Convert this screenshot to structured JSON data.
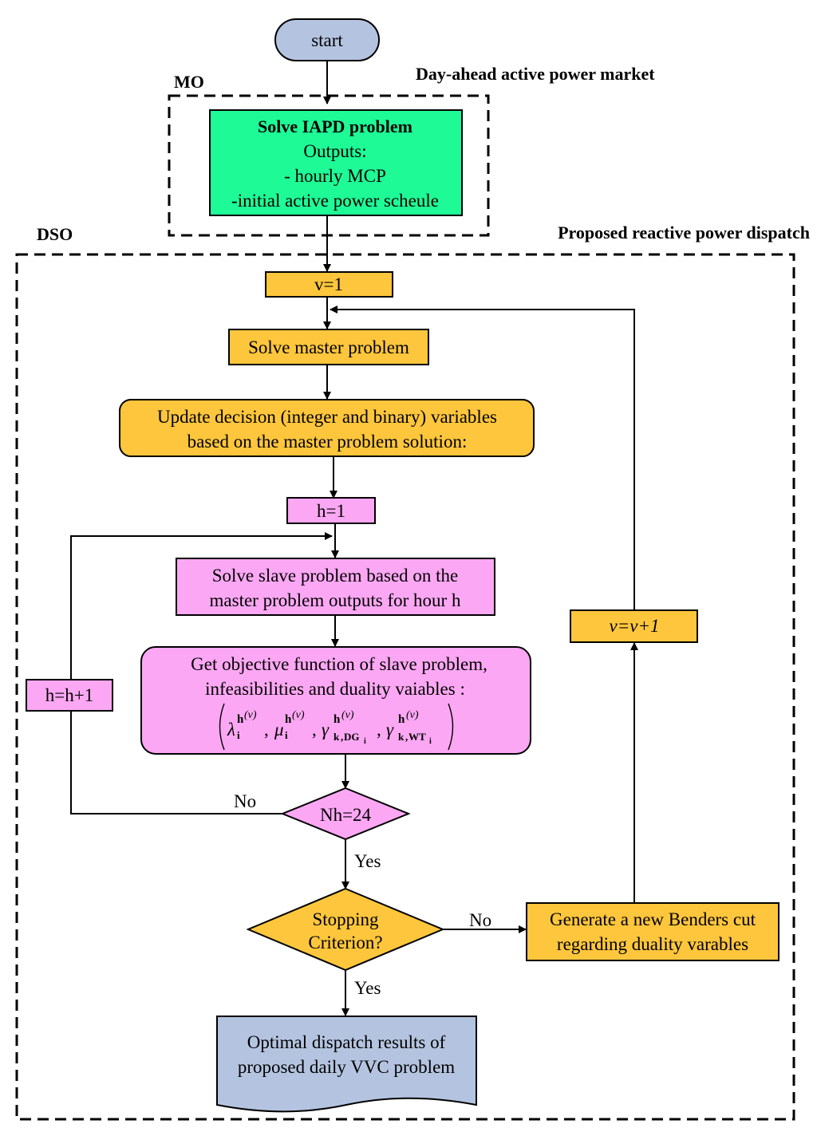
{
  "colors": {
    "start_fill": "#b4c4e0",
    "green_fill": "#1efa96",
    "orange_fill": "#fdc63c",
    "pink_fill": "#fba7f3",
    "blue_doc_fill": "#b4c4e0",
    "stroke": "#000000"
  },
  "diagram": {
    "start": "start",
    "mo_label": "MO",
    "dso_label": "DSO",
    "market_title": "Day-ahead active power market",
    "dispatch_title": "Proposed reactive power dispatch",
    "iapd": {
      "title": "Solve IAPD problem",
      "line1": "Outputs:",
      "line2": "- hourly MCP",
      "line3": "-initial active power scheule"
    },
    "v_init": "v=1",
    "master": "Solve master problem",
    "update": {
      "line1": "Update decision (integer and binary) variables",
      "line2": "based on the master problem solution:"
    },
    "h_init": "h=1",
    "slave": {
      "line1": "Solve slave problem based on the",
      "line2": "master problem outputs for hour h"
    },
    "objective": {
      "line1": "Get objective function of slave problem,",
      "line2": "infeasibilities and duality vaiables :"
    },
    "formula": {
      "lambda": "λ",
      "mu": "μ",
      "gamma": "γ",
      "h": "h",
      "i": "i",
      "k": "k",
      "dg": "DG",
      "wt": "WT",
      "v": "(v)",
      "comma": ","
    },
    "h_inc": "h=h+1",
    "v_inc": "v=v+1",
    "nh_decision": "Nh=24",
    "no1": "No",
    "yes1": "Yes",
    "stopping": {
      "line1": "Stopping",
      "line2": "Criterion?"
    },
    "no2": "No",
    "yes2": "Yes",
    "benders": {
      "line1": "Generate a new Benders cut",
      "line2": "regarding duality varables"
    },
    "result": {
      "line1": "Optimal dispatch results of",
      "line2": "proposed daily VVC problem"
    }
  }
}
